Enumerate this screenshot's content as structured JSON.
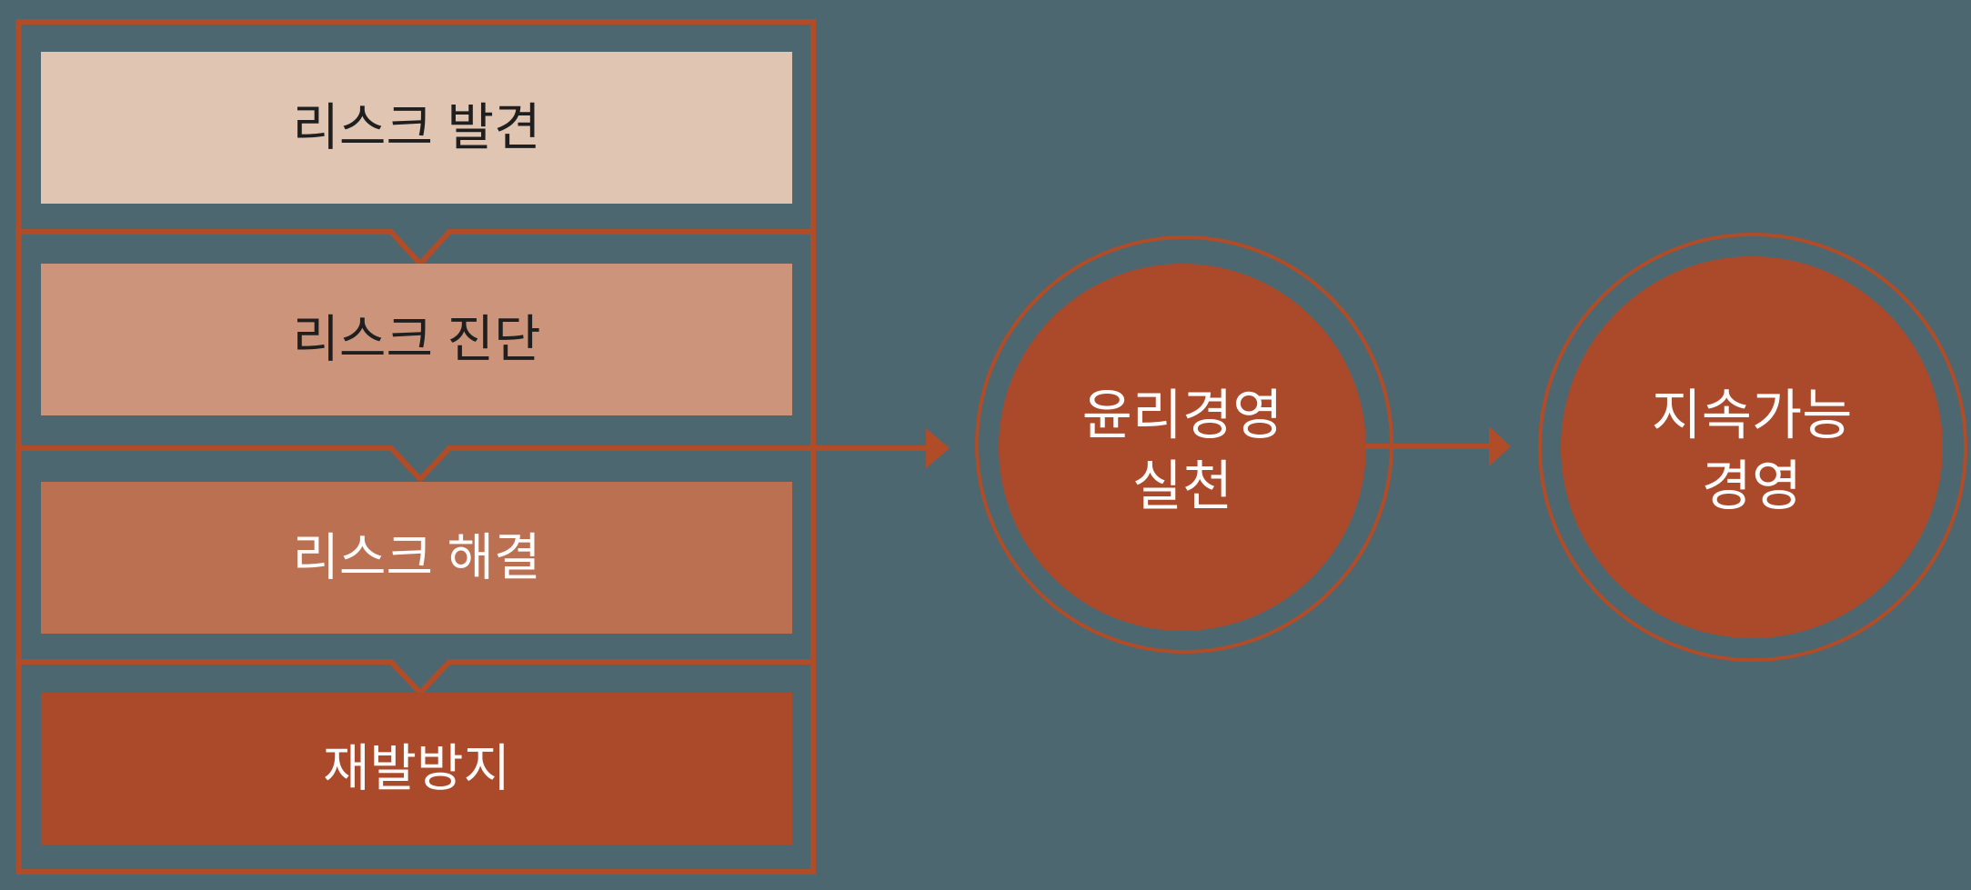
{
  "diagram": {
    "background_color": "#4d6770",
    "accent_color": "#b04c28",
    "process_steps": [
      {
        "label": "리스크 발견",
        "fill": "#e0c5b3",
        "text_color": "#1f1f1f"
      },
      {
        "label": "리스크 진단",
        "fill": "#cc957b",
        "text_color": "#1f1f1f"
      },
      {
        "label": "리스크 해결",
        "fill": "#bb7052",
        "text_color": "#fcfcfc"
      },
      {
        "label": "재발방지",
        "fill": "#aa4a2a",
        "text_color": "#fcfcfc"
      }
    ],
    "outcome_circles": [
      {
        "lines": [
          "윤리경영",
          "실천"
        ],
        "fill": "#aa4a2a",
        "text_color": "#fcfcfc"
      },
      {
        "lines": [
          "지속가능",
          "경영"
        ],
        "fill": "#aa4a2a",
        "text_color": "#fcfcfc"
      }
    ]
  }
}
